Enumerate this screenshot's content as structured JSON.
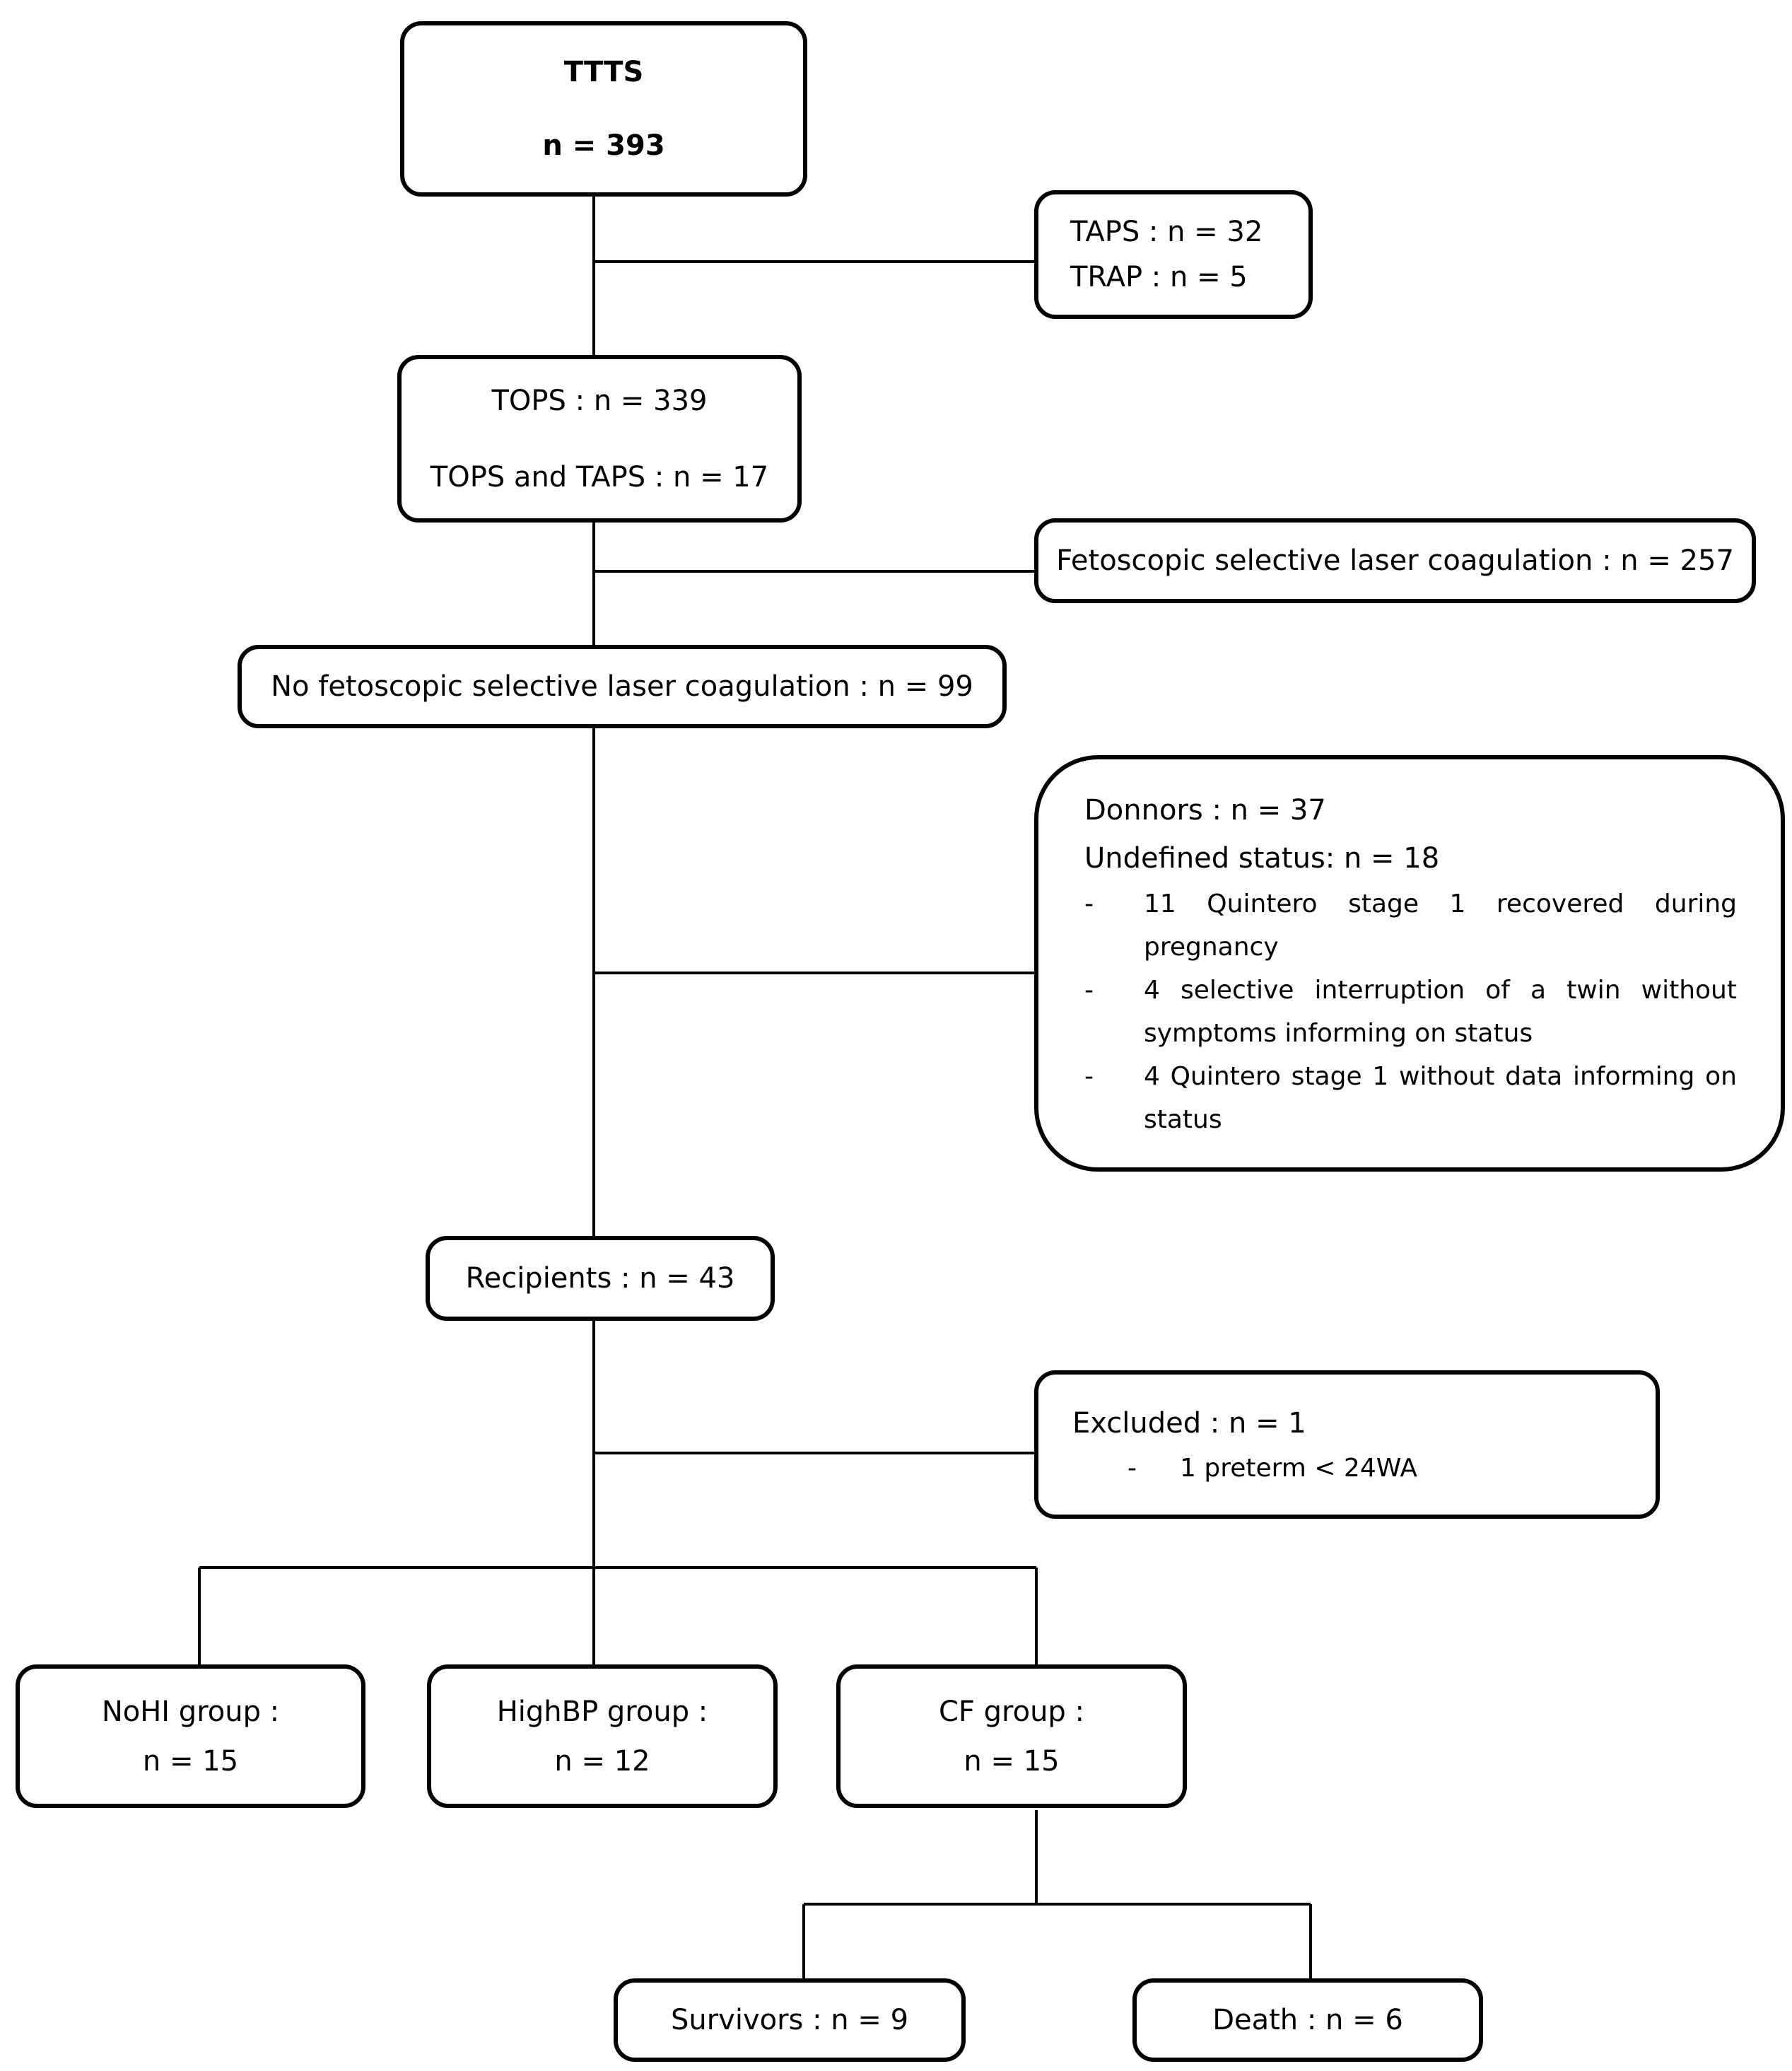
{
  "nodes": {
    "ttts": {
      "title": "TTTS",
      "count": "n = 393"
    },
    "excluded_syndromes": {
      "line1": "TAPS : n = 32",
      "line2": "TRAP : n = 5"
    },
    "tops": {
      "line1": "TOPS : n = 339",
      "line2": "TOPS and TAPS : n = 17"
    },
    "laser": {
      "label": "Fetoscopic selective laser coagulation : n = 257"
    },
    "no_laser": {
      "label": "No fetoscopic selective laser coagulation  : n = 99"
    },
    "donors_box": {
      "line1": "Donnors : n = 37",
      "line2": "Undefined status: n = 18",
      "bullets": [
        "11 Quintero stage 1 recovered during pregnancy",
        "4 selective interruption of a twin without symptoms informing on status",
        "4 Quintero stage 1 without data informing on status"
      ]
    },
    "recipients": {
      "label": "Recipients : n = 43"
    },
    "excluded": {
      "line1": "Excluded : n = 1",
      "bullet": "1 preterm < 24WA"
    },
    "nohi": {
      "line1": "NoHI group :",
      "line2": "n = 15"
    },
    "highbp": {
      "line1": "HighBP group :",
      "line2": "n = 12"
    },
    "cf": {
      "line1": "CF group :",
      "line2": "n = 15"
    },
    "survivors": {
      "label": "Survivors : n = 9"
    },
    "death": {
      "label": "Death : n = 6"
    }
  },
  "bullet_marker": "-",
  "colors": {
    "line": "#000000",
    "background": "#ffffff"
  }
}
